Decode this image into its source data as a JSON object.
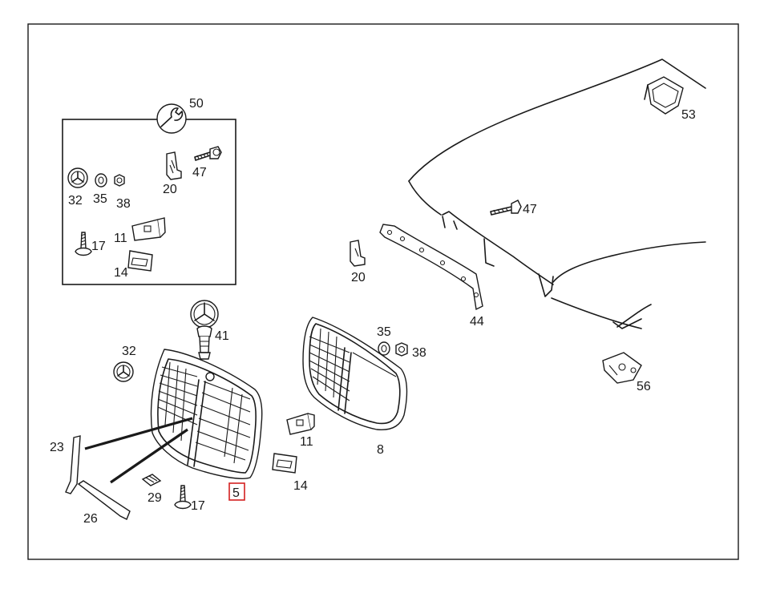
{
  "labels": {
    "p50": "50",
    "p47a": "47",
    "p32a": "32",
    "p35a": "35",
    "p38a": "38",
    "p20a": "20",
    "p17a": "17",
    "p11a": "11",
    "p14a": "14",
    "p53": "53",
    "p47b": "47",
    "p20b": "20",
    "p44": "44",
    "p41": "41",
    "p32b": "32",
    "p35b": "35",
    "p38b": "38",
    "p56": "56",
    "p11b": "11",
    "p8": "8",
    "p14b": "14",
    "p23": "23",
    "p29": "29",
    "p17b": "17",
    "p5": "5",
    "p26": "26"
  },
  "colors": {
    "line": "#1a1a1a",
    "highlight": "#d42020",
    "background": "#ffffff"
  },
  "icons": {
    "inset_badge": "wrench-icon"
  }
}
